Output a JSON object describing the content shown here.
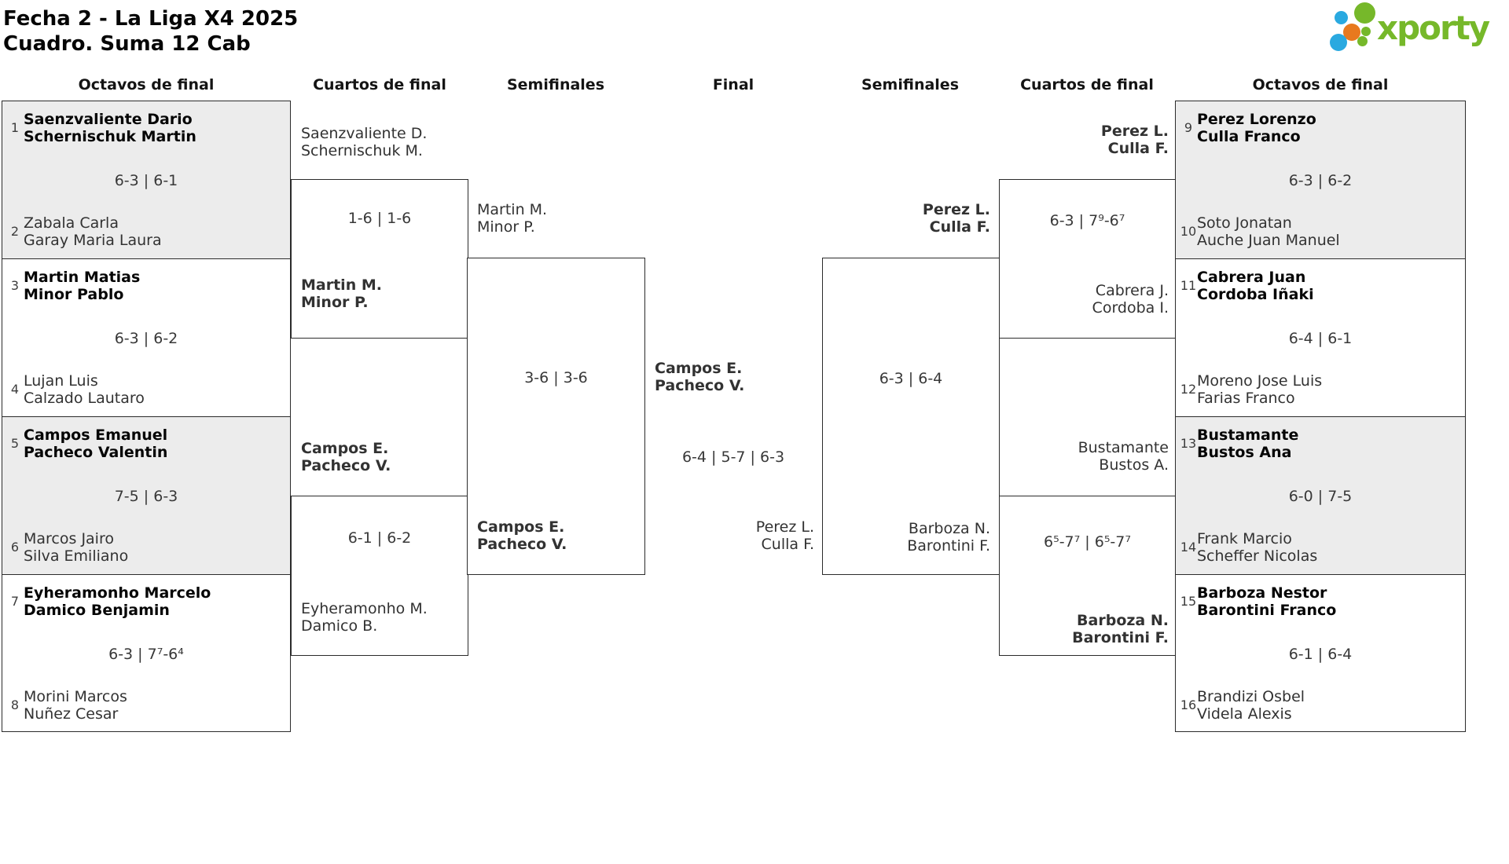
{
  "title": {
    "line1": "Fecha 2 - La Liga X4 2025",
    "line2": "Cuadro. Suma 12 Cab"
  },
  "logo": {
    "wordmark": "xporty"
  },
  "colors": {
    "logo_green": "#76b82a",
    "logo_blue": "#2aa9e0",
    "logo_orange": "#e8791e",
    "box_fill_gray": "#ececec",
    "line_color": "#2b2b2b"
  },
  "round_headers": [
    "Octavos de final",
    "Cuartos de final",
    "Semifinales",
    "Final",
    "Semifinales",
    "Cuartos de final",
    "Octavos de final"
  ],
  "octavos_left": [
    {
      "seed_top": "1",
      "top1": "Saenzvaliente Dario",
      "top2": "Schernischuk Martin",
      "score": "6-3 | 6-1",
      "seed_bottom": "2",
      "bottom1": "Zabala Carla",
      "bottom2": "Garay Maria Laura",
      "winner": "top"
    },
    {
      "seed_top": "3",
      "top1": "Martin Matias",
      "top2": "Minor Pablo",
      "score": "6-3 | 6-2",
      "seed_bottom": "4",
      "bottom1": "Lujan Luis",
      "bottom2": "Calzado Lautaro",
      "winner": "top"
    },
    {
      "seed_top": "5",
      "top1": "Campos Emanuel",
      "top2": "Pacheco Valentin",
      "score": "7-5 | 6-3",
      "seed_bottom": "6",
      "bottom1": "Marcos Jairo",
      "bottom2": "Silva Emiliano",
      "winner": "top"
    },
    {
      "seed_top": "7",
      "top1": "Eyheramonho Marcelo",
      "top2": "Damico Benjamin",
      "score": "6-3 | 7⁷-6⁴",
      "seed_bottom": "8",
      "bottom1": "Morini Marcos",
      "bottom2": "Nuñez Cesar",
      "winner": "top"
    }
  ],
  "cuartos_left": [
    {
      "top1": "Saenzvaliente D.",
      "top2": "Schernischuk M.",
      "score": "1-6 | 1-6",
      "bottom1": "Martin M.",
      "bottom2": "Minor P.",
      "winner": "bottom"
    },
    {
      "top1": "Campos E.",
      "top2": "Pacheco V.",
      "score": "6-1 | 6-2",
      "bottom1": "Eyheramonho M.",
      "bottom2": "Damico B.",
      "winner": "top"
    }
  ],
  "semis_left": {
    "top1": "Martin M.",
    "top2": "Minor P.",
    "score": "3-6 | 3-6",
    "bottom1": "Campos E.",
    "bottom2": "Pacheco V.",
    "winner": "bottom"
  },
  "final": {
    "top1": "Campos E.",
    "top2": "Pacheco V.",
    "score": "6-4 | 5-7 | 6-3",
    "bottom1": "Perez L.",
    "bottom2": "Culla F.",
    "winner": "top"
  },
  "semis_right": {
    "top1": "Perez L.",
    "top2": "Culla F.",
    "score": "6-3 | 6-4",
    "bottom1": "Barboza N.",
    "bottom2": "Barontini F.",
    "winner": "top"
  },
  "cuartos_right": [
    {
      "top1": "Perez L.",
      "top2": "Culla F.",
      "score": "6-3 | 7⁹-6⁷",
      "bottom1": "Cabrera J.",
      "bottom2": "Cordoba I.",
      "winner": "top"
    },
    {
      "top1": "Bustamante",
      "top2": "Bustos A.",
      "score": "6⁵-7⁷ | 6⁵-7⁷",
      "bottom1": "Barboza N.",
      "bottom2": "Barontini F.",
      "winner": "bottom"
    }
  ],
  "octavos_right": [
    {
      "seed_top": "9",
      "top1": "Perez Lorenzo",
      "top2": "Culla Franco",
      "score": "6-3 | 6-2",
      "seed_bottom": "10",
      "bottom1": "Soto Jonatan",
      "bottom2": "Auche Juan Manuel",
      "winner": "top"
    },
    {
      "seed_top": "11",
      "top1": "Cabrera Juan",
      "top2": "Cordoba Iñaki",
      "score": "6-4 | 6-1",
      "seed_bottom": "12",
      "bottom1": "Moreno Jose Luis",
      "bottom2": "Farias Franco",
      "winner": "top"
    },
    {
      "seed_top": "13",
      "top1": "Bustamante",
      "top2": "Bustos Ana",
      "score": "6-0 | 7-5",
      "seed_bottom": "14",
      "bottom1": "Frank Marcio",
      "bottom2": "Scheffer Nicolas",
      "winner": "top"
    },
    {
      "seed_top": "15",
      "top1": "Barboza Nestor",
      "top2": "Barontini Franco",
      "score": "6-1 | 6-4",
      "seed_bottom": "16",
      "bottom1": "Brandizi Osbel",
      "bottom2": "Videla Alexis",
      "winner": "top"
    }
  ]
}
